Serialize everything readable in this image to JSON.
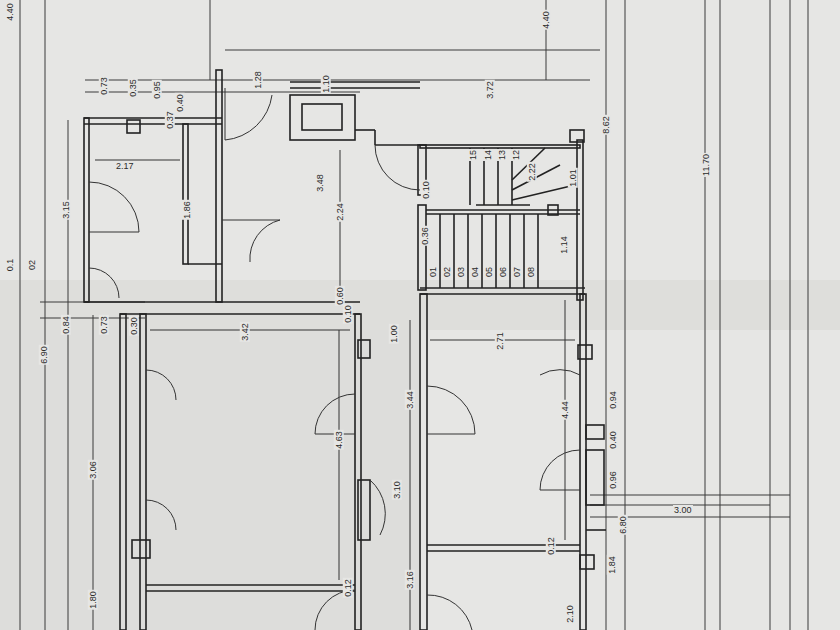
{
  "diagram": {
    "labels": [
      "4.40",
      "0.73",
      "0.35",
      "0.95",
      "0.40",
      "0.37",
      "1.28",
      "1.10",
      "3.72",
      "4.40",
      "8.62",
      "11.70",
      "2.17",
      "3.15",
      "1.86",
      "3.48",
      "2.24",
      "0.10",
      "15",
      "14",
      "13",
      "12",
      "2.22",
      "1.01",
      "0.36",
      "1.14",
      "01",
      "02",
      "03",
      "04",
      "05",
      "06",
      "07",
      "08",
      "0.1",
      "02",
      "0.60",
      "0.10",
      "0.84",
      "0.73",
      "0.30",
      "3.42",
      "1.00",
      "2.71",
      "6.90",
      "3.06",
      "4.63",
      "3.44",
      "4.44",
      "0.94",
      "0.40",
      "0.96",
      "3.10",
      "3.00",
      "6.80",
      "1.84",
      "0.12",
      "3.16",
      "0.12",
      "1.80",
      "2.10"
    ]
  }
}
